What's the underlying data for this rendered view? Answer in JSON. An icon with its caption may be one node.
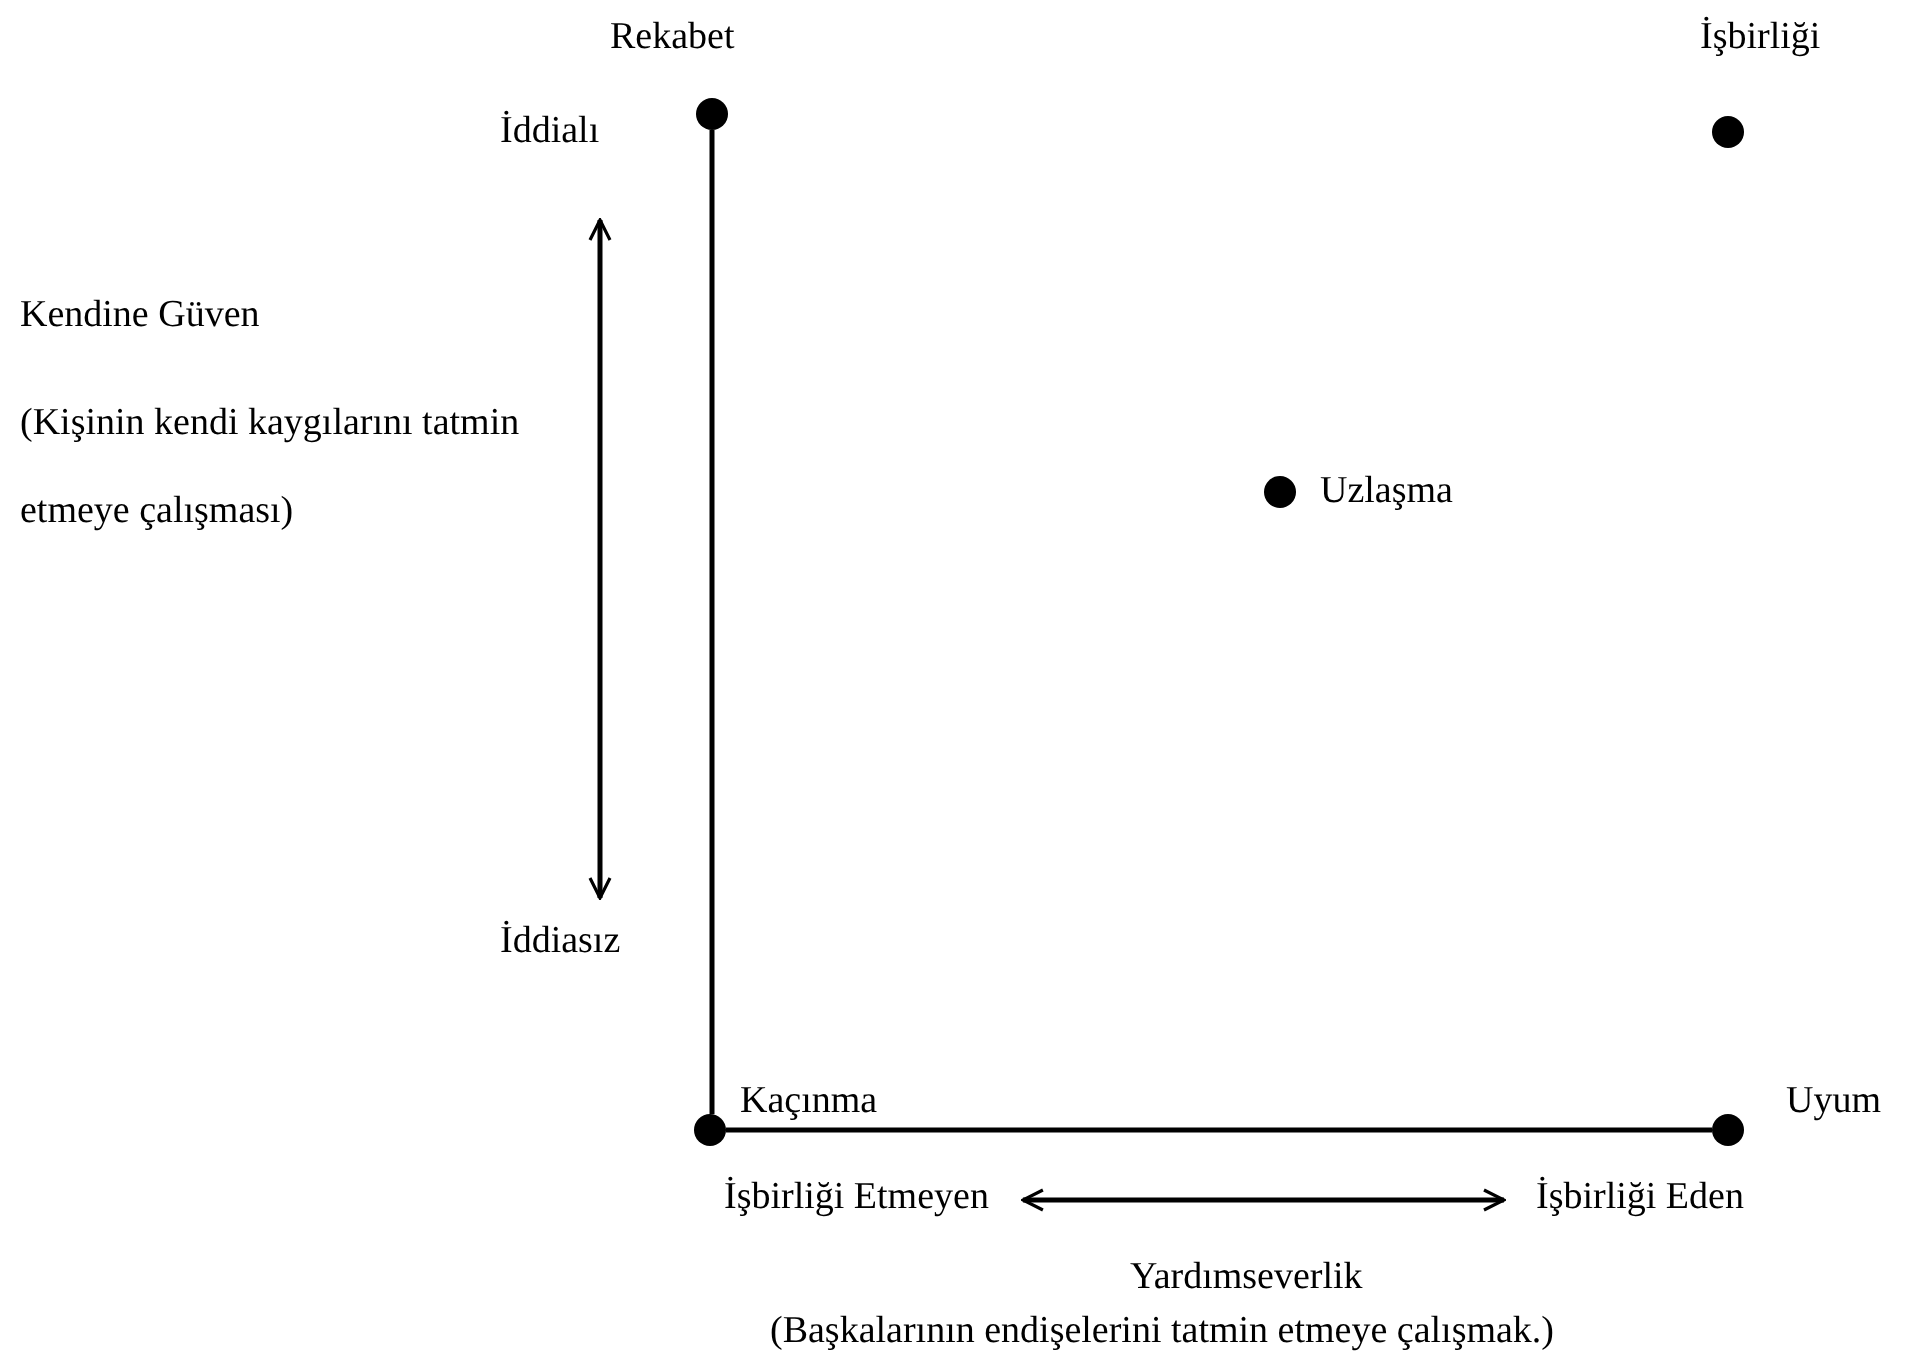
{
  "diagram": {
    "nodes": [
      {
        "text": [],
        "shape": "circle",
        "beside": [
          "Rekabet"
        ]
      },
      {
        "text": [],
        "shape": "circle",
        "beside": [
          "İşbirliği"
        ]
      },
      {
        "text": [
          "İddialı"
        ]
      },
      {
        "text": [
          "İddiasız"
        ]
      },
      {
        "text": [],
        "shape": "circle",
        "beside": [
          "Uzlaşma"
        ]
      },
      {
        "text": [],
        "shape": "circle",
        "beside": [
          "Kaçınma"
        ]
      },
      {
        "text": [],
        "shape": "circle",
        "beside": [
          "Uyum"
        ]
      },
      {
        "text": [
          "İşbirliği Etmeyen"
        ]
      },
      {
        "text": [
          "İşbirliği Eden"
        ]
      }
    ],
    "edges": [
      {
        "from": 0,
        "to": 5,
        "arrow": "none"
      },
      {
        "from": 5,
        "to": 6,
        "arrow": "none"
      },
      {
        "from": 2,
        "to": 3,
        "arrow": "both"
      },
      {
        "from": 7,
        "to": 8,
        "arrow": "both"
      }
    ],
    "labels": [
      "Kendine Güven",
      "(Kişinin kendi kaygılarını tatmin etmeye çalışması)",
      "Yardımseverlik",
      "(Başkalarının endişelerini tatmin etmeye çalışmak.)"
    ]
  }
}
